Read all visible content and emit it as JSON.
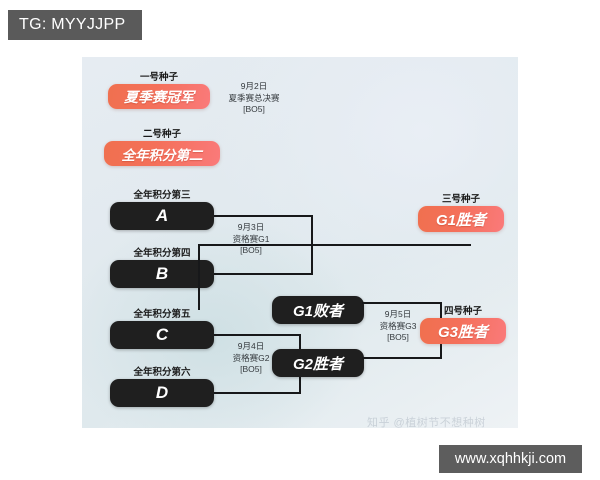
{
  "watermarks": {
    "telegram": "TG: MYYJJPP",
    "zhihu": "知乎 @植树节不想种树",
    "site": "www.xqhhkji.com"
  },
  "bracket": {
    "seeds": [
      {
        "caption": "一号种子",
        "label": "夏季赛冠军"
      },
      {
        "caption": "二号种子",
        "label": "全年积分第二"
      },
      {
        "caption": "三号种子",
        "label": "G1胜者"
      },
      {
        "caption": "四号种子",
        "label": "G3胜者"
      }
    ],
    "teams": [
      {
        "caption": "全年积分第三",
        "label": "A"
      },
      {
        "caption": "全年积分第四",
        "label": "B"
      },
      {
        "caption": "全年积分第五",
        "label": "C"
      },
      {
        "caption": "全年积分第六",
        "label": "D"
      }
    ],
    "results": [
      {
        "label": "G1败者"
      },
      {
        "label": "G2胜者"
      }
    ],
    "matches": [
      {
        "date": "9月2日",
        "stage": "夏季赛总决赛",
        "format": "[BO5]"
      },
      {
        "date": "9月3日",
        "stage": "资格赛G1",
        "format": "[BO5]"
      },
      {
        "date": "9月4日",
        "stage": "资格赛G2",
        "format": "[BO5]"
      },
      {
        "date": "9月5日",
        "stage": "资格赛G3",
        "format": "[BO5]"
      }
    ]
  }
}
